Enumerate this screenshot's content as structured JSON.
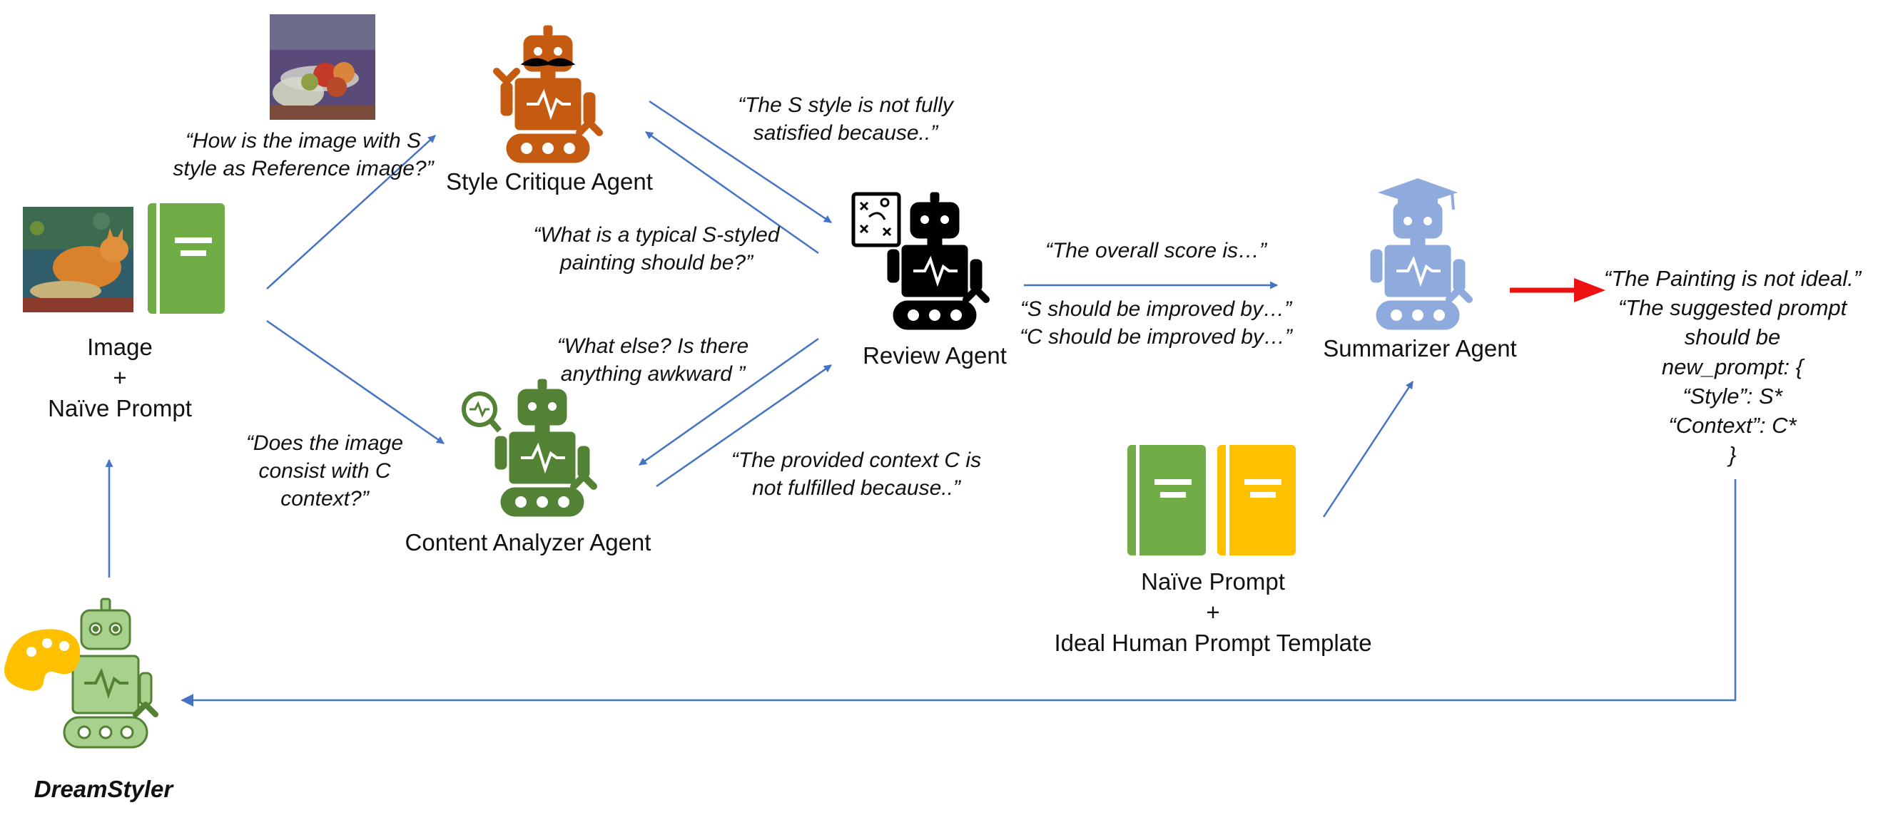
{
  "agents": {
    "style_critique": "Style Critique Agent",
    "review": "Review Agent",
    "content_analyzer": "Content Analyzer Agent",
    "summarizer": "Summarizer Agent",
    "dreamstyler": "DreamStyler"
  },
  "inputs": {
    "image_line": "Image",
    "plus": "+",
    "prompt_line": "Naïve Prompt",
    "template_prompt": "Naïve Prompt",
    "template_plus": "+",
    "template_line": "Ideal Human Prompt Template"
  },
  "quotes": {
    "q_style_ref_1": "“How is the image with S",
    "q_style_ref_2": "style as Reference image?”",
    "q_style_not_1": "“The S style is not fully",
    "q_style_not_2": "satisfied because..”",
    "q_typical_1": "“What is a typical S-styled",
    "q_typical_2": "painting should be?”",
    "q_else_1": "“What else? Is there",
    "q_else_2": "anything awkward ”",
    "q_context_1": "“Does the image",
    "q_context_2": "consist with C",
    "q_context_3": "context?”",
    "q_provided_1": "“The provided context C is",
    "q_provided_2": "not fulfilled because..”",
    "q_score": "“The overall score is…”",
    "q_s_improve": "“S should be improved by…”",
    "q_c_improve": "“C should be improved by…”"
  },
  "output": {
    "line1": "“The Painting is not ideal.”",
    "line2": "“The suggested prompt",
    "line3": "should be",
    "line4": "new_prompt: {",
    "line5": "“Style”: S*",
    "line6": "“Context”: C*",
    "line7": "}"
  },
  "colors": {
    "arrow": "#4472c4",
    "red_arrow": "#ee1111",
    "style_agent": "#c55a11",
    "content_agent": "#548235",
    "summarizer": "#8faadc",
    "review": "#000000",
    "dreamstyler": "#a9d18e",
    "book_green": "#70ad47",
    "book_yellow": "#ffc000"
  },
  "icons": {
    "style_agent": "mustache-robot-icon",
    "content_agent": "magnifier-robot-icon",
    "review_agent": "strategy-board-robot-icon",
    "summarizer_agent": "graduation-cap-robot-icon",
    "dreamstyler": "palette-robot-icon",
    "book": "book-icon"
  }
}
